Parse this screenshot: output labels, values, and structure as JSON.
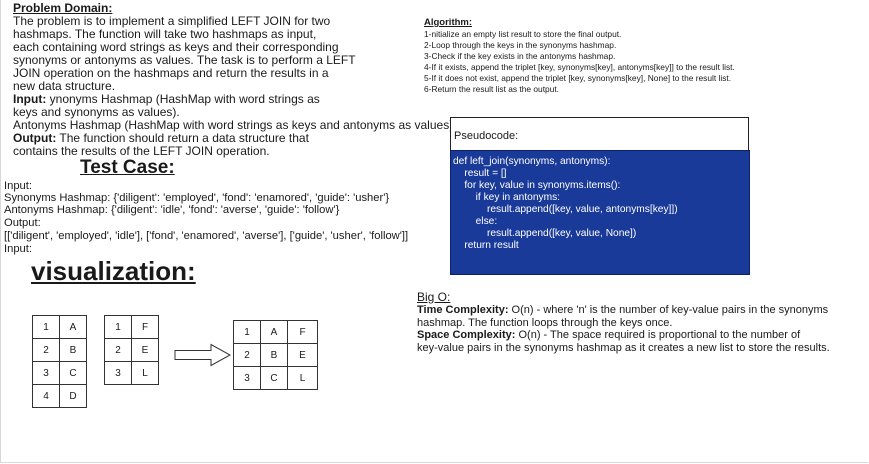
{
  "problem": {
    "heading": "Problem Domain:",
    "lines": [
      "The problem is to implement a simplified LEFT JOIN for two",
      "hashmaps. The function will take two hashmaps as input,",
      "each containing word strings as keys and their corresponding",
      "synonyms or antonyms as values. The task is to perform a LEFT",
      " JOIN operation on the hashmaps and return the results in a",
      "new data structure."
    ],
    "input_label": "Input:",
    "input_text": " ynonyms Hashmap (HashMap with word strings as",
    "input_cont": " keys and synonyms as values).",
    "antonyms_line": "Antonyms Hashmap (HashMap with word strings as keys and antonyms as values).",
    "output_label": "Output:",
    "output_text": " The function should return a data structure that",
    "output_cont": "contains the results of the LEFT JOIN operation."
  },
  "algorithm": {
    "title": "Algorithm:",
    "steps": [
      "1-nitialize an empty list result to store the final output.",
      "2-Loop through the keys in the synonyms hashmap.",
      "3-Check if the key exists in the antonyms hashmap.",
      "4-If it exists, append the triplet [key, synonyms[key], antonyms[key]] to the result list.",
      "5-If it does not exist, append the triplet [key, synonyms[key], None] to the result list.",
      "6-Return the result list as the output."
    ]
  },
  "pseudocode": {
    "label": "Pseudocode:",
    "lines": [
      "def left_join(synonyms, antonyms):",
      "    result = []",
      "    for key, value in synonyms.items():",
      "        if key in antonyms:",
      "            result.append([key, value, antonyms[key]])",
      "        else:",
      "            result.append([key, value, None])",
      "    return result"
    ]
  },
  "test_case": {
    "title": "Test Case:",
    "lines": [
      "Input:",
      "Synonyms Hashmap: {'diligent': 'employed', 'fond': 'enamored', 'guide': 'usher'}",
      "Antonyms Hashmap: {'diligent': 'idle', 'fond': 'averse', 'guide': 'follow'}",
      "Output:",
      "[['diligent', 'employed', 'idle'], ['fond', 'enamored', 'averse'], ['guide', 'usher', 'follow']]",
      "Input:"
    ]
  },
  "visualization": {
    "title": "visualization:",
    "left_table": [
      [
        "1",
        "A"
      ],
      [
        "2",
        "B"
      ],
      [
        "3",
        "C"
      ],
      [
        "4",
        "D"
      ]
    ],
    "right_table": [
      [
        "1",
        "F"
      ],
      [
        "2",
        "E"
      ],
      [
        "3",
        "L"
      ]
    ],
    "result_table": [
      [
        "1",
        "A",
        "F"
      ],
      [
        "2",
        "B",
        "E"
      ],
      [
        "3",
        "C",
        "L"
      ]
    ],
    "arrow": "right-arrow-icon"
  },
  "big_o": {
    "heading": "Big O:",
    "time_label": "Time Complexity:",
    "time_text": " O(n) - where 'n' is the number of key-value pairs in the synonyms",
    "time_cont": " hashmap. The function loops through the keys once.",
    "space_label": "Space Complexity:",
    "space_text": " O(n) - The space required is proportional to the number of",
    "space_cont": "key-value pairs in the synonyms hashmap as it creates a new list to store the results."
  }
}
